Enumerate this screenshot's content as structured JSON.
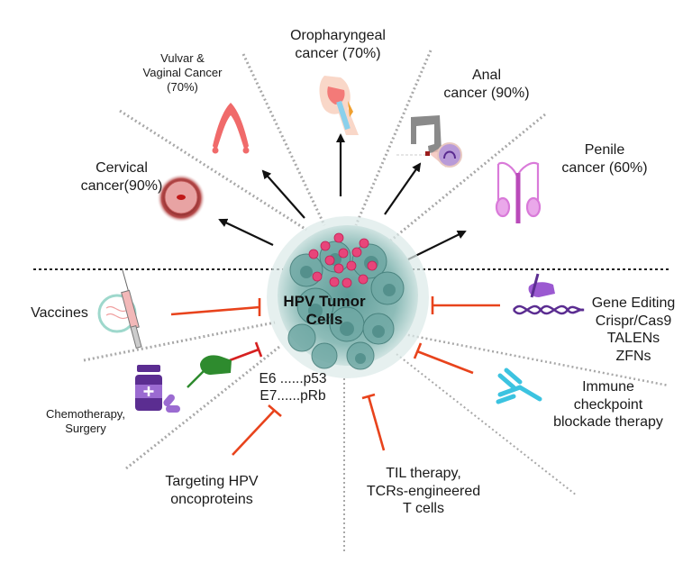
{
  "title": "HPV Tumor Cells",
  "center": {
    "line1": "HPV Tumor",
    "line2": "Cells"
  },
  "cancers": [
    {
      "id": "cervical",
      "line1": "Cervical",
      "line2": "cancer(90%)",
      "icon": "cervix-icon"
    },
    {
      "id": "vulvar",
      "line1": "Vulvar &",
      "line2": "Vaginal Cancer",
      "line3": "(70%)",
      "icon": "vulva-icon"
    },
    {
      "id": "oropharyngeal",
      "line1": "Oropharyngeal",
      "line2": "cancer (70%)",
      "icon": "head-neck-icon"
    },
    {
      "id": "anal",
      "line1": "Anal",
      "line2": "cancer (90%)",
      "icon": "colon-icon"
    },
    {
      "id": "penile",
      "line1": "Penile",
      "line2": "cancer (60%)",
      "icon": "male-reproductive-icon"
    }
  ],
  "therapies": [
    {
      "id": "vaccines",
      "line1": "Vaccines",
      "icon": "syringe-icon"
    },
    {
      "id": "chemo",
      "line1": "Chemotherapy,",
      "line2": "Surgery",
      "icon": "medicine-bottle-icon"
    },
    {
      "id": "oncoproteins",
      "line1": "Targeting HPV",
      "line2": "oncoproteins"
    },
    {
      "id": "til",
      "line1": "TIL therapy,",
      "line2": "TCRs-engineered",
      "line3": "T cells"
    },
    {
      "id": "immune",
      "line1": "Immune",
      "line2": "checkpoint",
      "line3": "blockade therapy",
      "icon": "antibody-icon"
    },
    {
      "id": "gene",
      "line1": "Gene Editing",
      "line2": "Crispr/Cas9",
      "line3": "TALENs",
      "line4": "ZFNs",
      "icon": "dna-edit-icon"
    }
  ],
  "oncoprotein_pairs": {
    "line1": "E6 ......p53",
    "line2": "E7......pRb"
  },
  "colors": {
    "inhibit": "#e8431c",
    "arrow": "#111111",
    "divider": "#a8a8a8",
    "tumor": "#7fb3b0",
    "tumor_dot": "#e8457a",
    "purple": "#6b3fa0",
    "cyan": "#3cc3e0",
    "green": "#2e8b2e",
    "pink": "#d97ad9"
  }
}
